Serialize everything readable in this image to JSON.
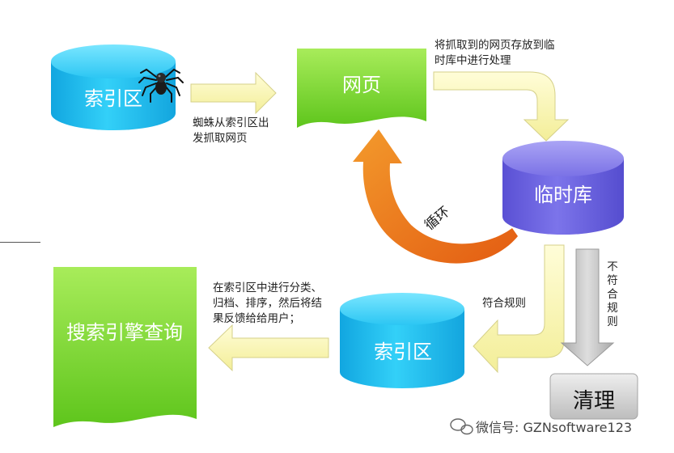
{
  "nodes": {
    "index_top": "索引区",
    "webpage": "网页",
    "temp_db": "临时库",
    "search_query": "搜索引擎查询",
    "index_bottom": "索引区",
    "cleanup": "清理"
  },
  "captions": {
    "spider_fetch": [
      "蜘蛛从索引区出",
      "发抓取网页"
    ],
    "store_temp": [
      "将抓取到的网页存放到临",
      "时库中进行处理"
    ],
    "loop": "循环",
    "index_process": [
      "在索引区中进行分类、",
      "归档、排序，然后将结",
      "果反馈给给用户；"
    ],
    "match_rules": "符合规则",
    "not_match_rules": "不符合规则"
  },
  "watermark": {
    "text": "微信号: GZNsoftware123"
  },
  "colors": {
    "cyan": "#1ec3f0",
    "green": "#7ddc2a",
    "purple": "#6b63e0",
    "yellow_arrow": "#f6f2a6",
    "orange_arrow": "#e8651a",
    "gray_arrow": "#bfbfbf"
  }
}
